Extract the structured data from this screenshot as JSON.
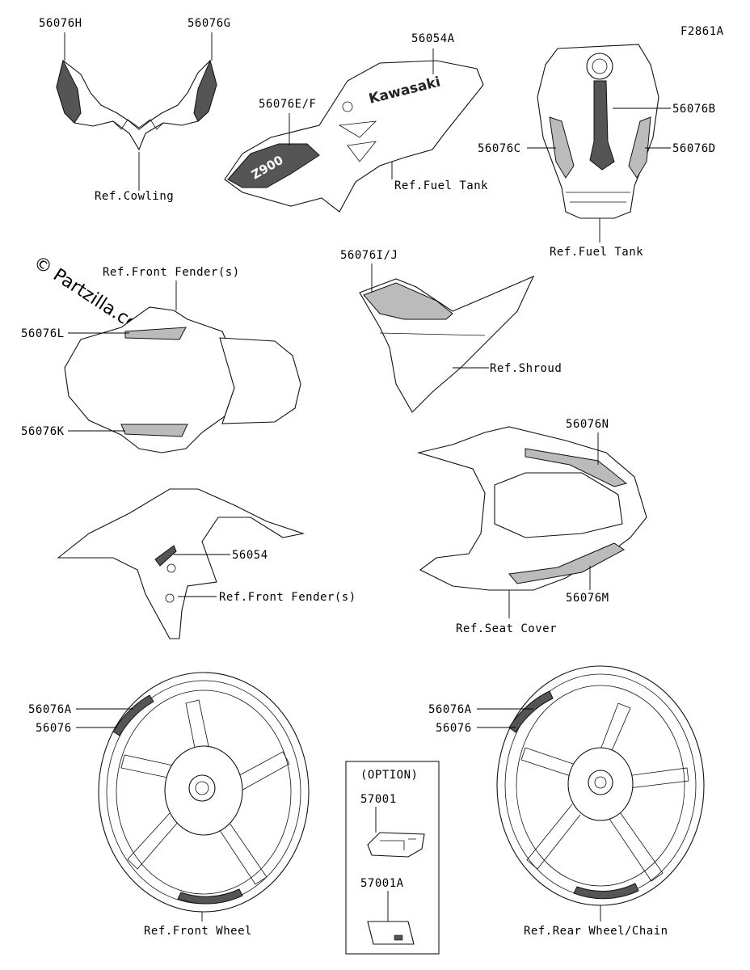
{
  "figure_code": "F2861A",
  "watermark": "© Partzilla.com",
  "cowling": {
    "left_label": "56076H",
    "right_label": "56076G",
    "ref_label": "Ref.Cowling"
  },
  "tank_cover": {
    "top_label": "56054A",
    "side_label": "56076E/F",
    "ref_label": "Ref.Fuel Tank",
    "brand_text": "Kawasaki",
    "model_text": "Z900"
  },
  "fuel_tank": {
    "label_b": "56076B",
    "label_c": "56076C",
    "label_d": "56076D",
    "ref_label": "Ref.Fuel Tank"
  },
  "front_fender_top": {
    "ref_label": "Ref.Front Fender(s)",
    "label_l": "56076L",
    "label_k": "56076K"
  },
  "shroud": {
    "label": "56076I/J",
    "ref_label": "Ref.Shroud"
  },
  "seat_cover": {
    "label_n": "56076N",
    "label_m": "56076M",
    "ref_label": "Ref.Seat Cover"
  },
  "front_fender_side": {
    "label": "56054",
    "ref_label": "Ref.Front Fender(s)"
  },
  "front_wheel": {
    "label_a": "56076A",
    "label": "56076",
    "ref_label": "Ref.Front Wheel"
  },
  "option_box": {
    "title": "(OPTION)",
    "label_1": "57001",
    "label_2": "57001A"
  },
  "rear_wheel": {
    "label_a": "56076A",
    "label": "56076",
    "ref_label": "Ref.Rear Wheel/Chain"
  }
}
